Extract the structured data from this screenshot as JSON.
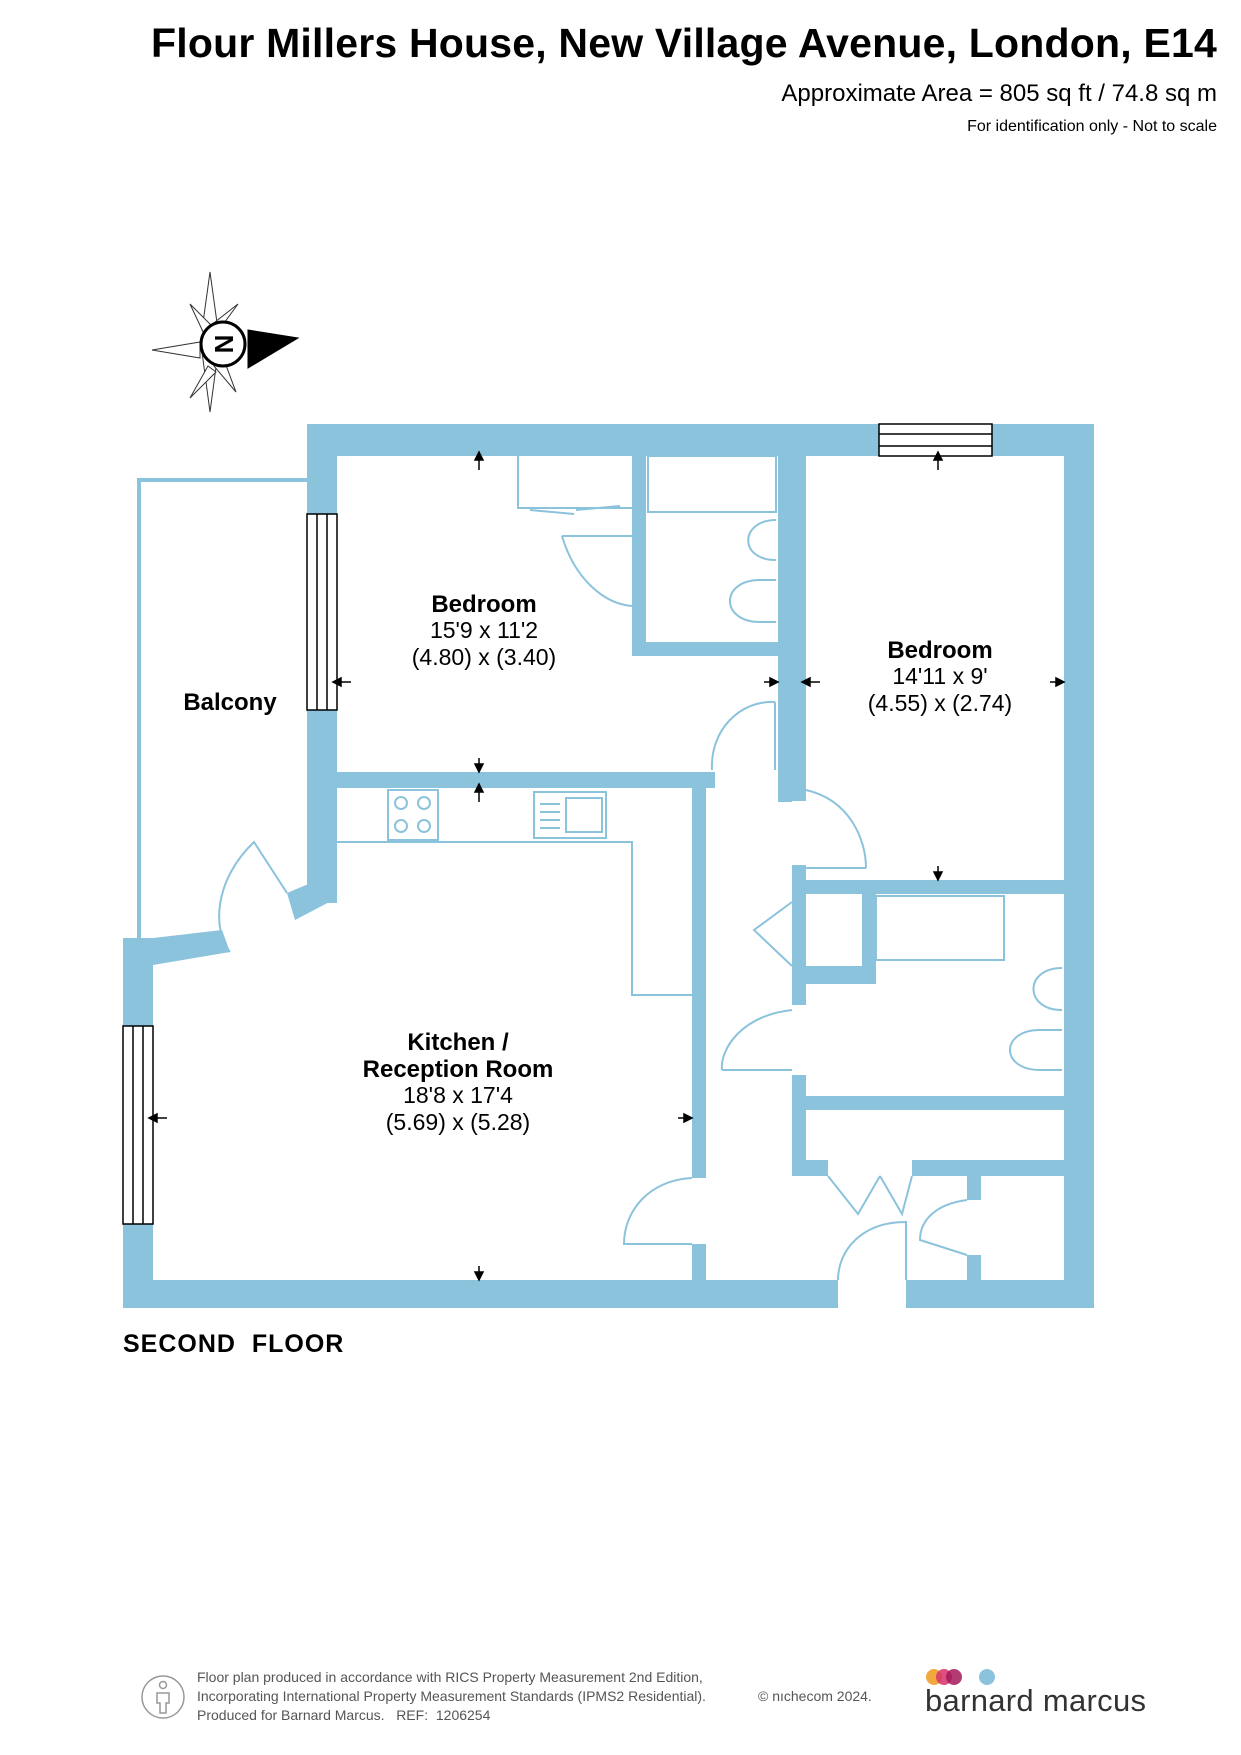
{
  "header": {
    "title": "Flour Millers House, New Village Avenue, London, E14",
    "area": "Approximate Area = 805 sq ft / 74.8 sq m",
    "note": "For identification only - Not to scale"
  },
  "compass": {
    "letter": "N"
  },
  "rooms": [
    {
      "id": "bedroom-1",
      "name_lines": [
        "Bedroom"
      ],
      "imperial": "15'9 x 11'2",
      "metric": "(4.80) x (3.40)"
    },
    {
      "id": "bedroom-2",
      "name_lines": [
        "Bedroom"
      ],
      "imperial": "14'11 x 9'",
      "metric": "(4.55) x (2.74)"
    },
    {
      "id": "balcony",
      "name_lines": [
        "Balcony"
      ]
    },
    {
      "id": "kitchen-reception",
      "name_lines": [
        "Kitchen /",
        "Reception Room"
      ],
      "imperial": "18'8 x 17'4",
      "metric": "(5.69) x (5.28)"
    }
  ],
  "floor_label": "SECOND  FLOOR",
  "footer": {
    "lines": [
      "Floor plan produced in accordance with RICS Property Measurement 2nd Edition,",
      "Incorporating International Property Measurement Standards (IPMS2 Residential).",
      "Produced for Barnard Marcus.   REF:  1206254"
    ],
    "copyright": "© nıchecom 2024.",
    "brand": "barnard marcus"
  },
  "colors": {
    "wall": "#8cc3dc",
    "line": "#8cc3dc",
    "text": "#000000",
    "brand_dots": [
      "#f0a02a",
      "#d6336c",
      "#a3195b",
      "#8cc3dc"
    ]
  }
}
